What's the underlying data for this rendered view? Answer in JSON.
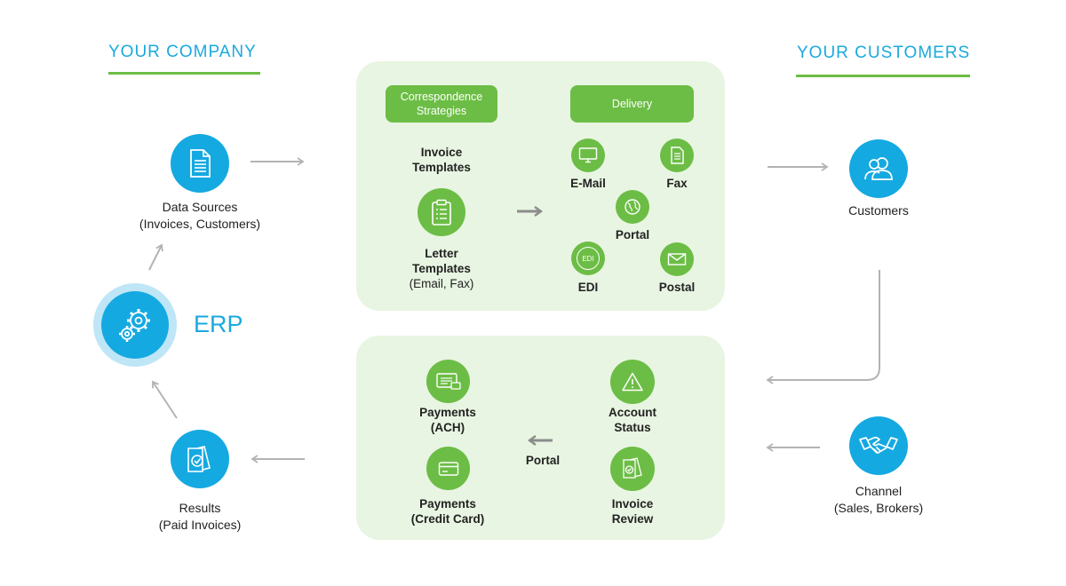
{
  "headers": {
    "company": "YOUR COMPANY",
    "customers": "YOUR CUSTOMERS"
  },
  "nodes": {
    "data_sources": {
      "title": "Data Sources",
      "sub": "(Invoices, Customers)"
    },
    "erp": {
      "title": "ERP"
    },
    "results": {
      "title": "Results",
      "sub": "(Paid Invoices)"
    },
    "customers": {
      "title": "Customers"
    },
    "channel": {
      "title": "Channel",
      "sub": "(Sales, Brokers)"
    }
  },
  "top_panel": {
    "correspondence": {
      "line1": "Correspondence",
      "line2": "Strategies"
    },
    "delivery": "Delivery",
    "invoice_templates": {
      "line1": "Invoice",
      "line2": "Templates"
    },
    "letter_templates": {
      "line1": "Letter",
      "line2": "Templates",
      "sub": "(Email, Fax)"
    },
    "channels": {
      "email": "E-Mail",
      "fax": "Fax",
      "portal": "Portal",
      "edi": "EDI",
      "postal": "Postal",
      "edi_glyph": "EDI"
    }
  },
  "bottom_panel": {
    "payments_ach": {
      "line1": "Payments",
      "line2": "(ACH)"
    },
    "payments_cc": {
      "line1": "Payments",
      "line2": "(Credit Card)"
    },
    "portal": "Portal",
    "account_status": {
      "line1": "Account",
      "line2": "Status"
    },
    "invoice_review": {
      "line1": "Invoice",
      "line2": "Review"
    }
  },
  "colors": {
    "blue": "#15a9e1",
    "green": "#6cbd45",
    "panel": "#e8f5e2",
    "arrow": "#b3b3b3"
  }
}
